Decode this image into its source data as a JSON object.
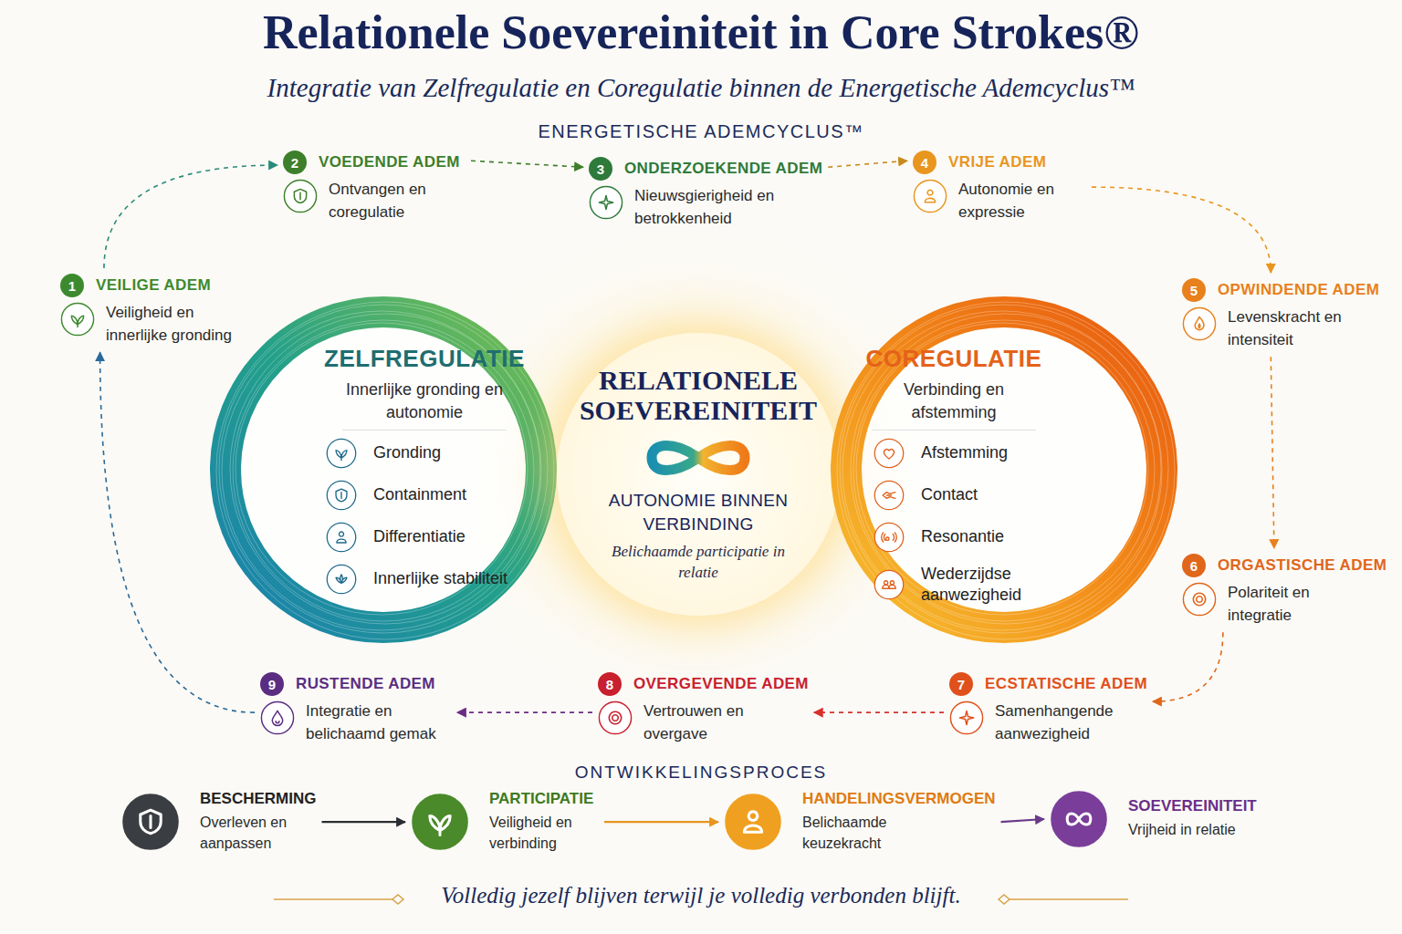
{
  "diagram": {
    "title": "Relationele Soevereiniteit in Core Strokes®",
    "caption": "Volledig jezelf blijven terwijl je volledig verbonden blijft.",
    "nodes": [
      {
        "text": [
          "1",
          "VEILIGE ADEM",
          "Veiligheid en innerlijke gronding"
        ]
      },
      {
        "text": [
          "2",
          "VOEDENDE ADEM",
          "Ontvangen en coregulatie"
        ]
      },
      {
        "text": [
          "3",
          "ONDERZOEKENDE ADEM",
          "Nieuwsgierigheid en betrokkenheid"
        ]
      },
      {
        "text": [
          "4",
          "VRIJE ADEM",
          "Autonomie en expressie"
        ]
      },
      {
        "text": [
          "5",
          "OPWINDENDE ADEM",
          "Levenskracht en intensiteit"
        ]
      },
      {
        "text": [
          "6",
          "ORGASTISCHE ADEM",
          "Polariteit en integratie"
        ]
      },
      {
        "text": [
          "7",
          "ECSTATISCHE ADEM",
          "Samenhangende aanwezigheid"
        ]
      },
      {
        "text": [
          "8",
          "OVERGEVENDE ADEM",
          "Vertrouwen en overgave"
        ]
      },
      {
        "text": [
          "9",
          "RUSTENDE ADEM",
          "Integratie en belichaamd gemak"
        ]
      },
      {
        "text": [
          "ZELFREGULATIE",
          "Innerlijke gronding en autonomie"
        ]
      },
      {
        "text": [
          "Gronding"
        ],
        "in": 9
      },
      {
        "text": [
          "Containment"
        ],
        "in": 9
      },
      {
        "text": [
          "Differentiatie"
        ],
        "in": 9
      },
      {
        "text": [
          "Innerlijke stabiliteit"
        ],
        "in": 9
      },
      {
        "text": [
          "RELATIONELE SOEVEREINITEIT",
          "AUTONOMIE BINNEN VERBINDING",
          "Belichaamde participatie in relatie"
        ]
      },
      {
        "text": [
          "COREGULATIE",
          "Verbinding en afstemming"
        ]
      },
      {
        "text": [
          "Afstemming"
        ],
        "in": 15
      },
      {
        "text": [
          "Contact"
        ],
        "in": 15
      },
      {
        "text": [
          "Resonantie"
        ],
        "in": 15
      },
      {
        "text": [
          "Wederzijdse aanwezigheid"
        ],
        "in": 15
      },
      {
        "text": [
          "BESCHERMING",
          "Overleven en aanpassen"
        ]
      },
      {
        "text": [
          "PARTICIPATIE",
          "Veiligheid en verbinding"
        ]
      },
      {
        "text": [
          "HANDELINGSVERMOGEN",
          "Belichaamde keuzekracht"
        ]
      },
      {
        "text": [
          "SOEVEREINITEIT",
          "Vrijheid in relatie"
        ]
      }
    ],
    "edges": [
      {
        "from": 0,
        "to": 1,
        "arrow": "to"
      },
      {
        "from": 1,
        "to": 2,
        "arrow": "to"
      },
      {
        "from": 2,
        "to": 3,
        "arrow": "to"
      },
      {
        "from": 3,
        "to": 4,
        "arrow": "to"
      },
      {
        "from": 4,
        "to": 5,
        "arrow": "to"
      },
      {
        "from": 5,
        "to": 6,
        "arrow": "to"
      },
      {
        "from": 6,
        "to": 7,
        "arrow": "to"
      },
      {
        "from": 7,
        "to": 8,
        "arrow": "to"
      },
      {
        "from": 8,
        "to": 0,
        "arrow": "to"
      },
      {
        "from": 20,
        "to": 21,
        "arrow": "to"
      },
      {
        "from": 21,
        "to": 22,
        "arrow": "to"
      },
      {
        "from": 22,
        "to": 23,
        "arrow": "to"
      }
    ],
    "labels": [
      "Integratie van Zelfregulatie en Coregulatie binnen de Energetische Ademcyclus™",
      "ENERGETISCHE ADEMCYCLUS™",
      "ONTWIKKELINGSPROCES"
    ]
  }
}
